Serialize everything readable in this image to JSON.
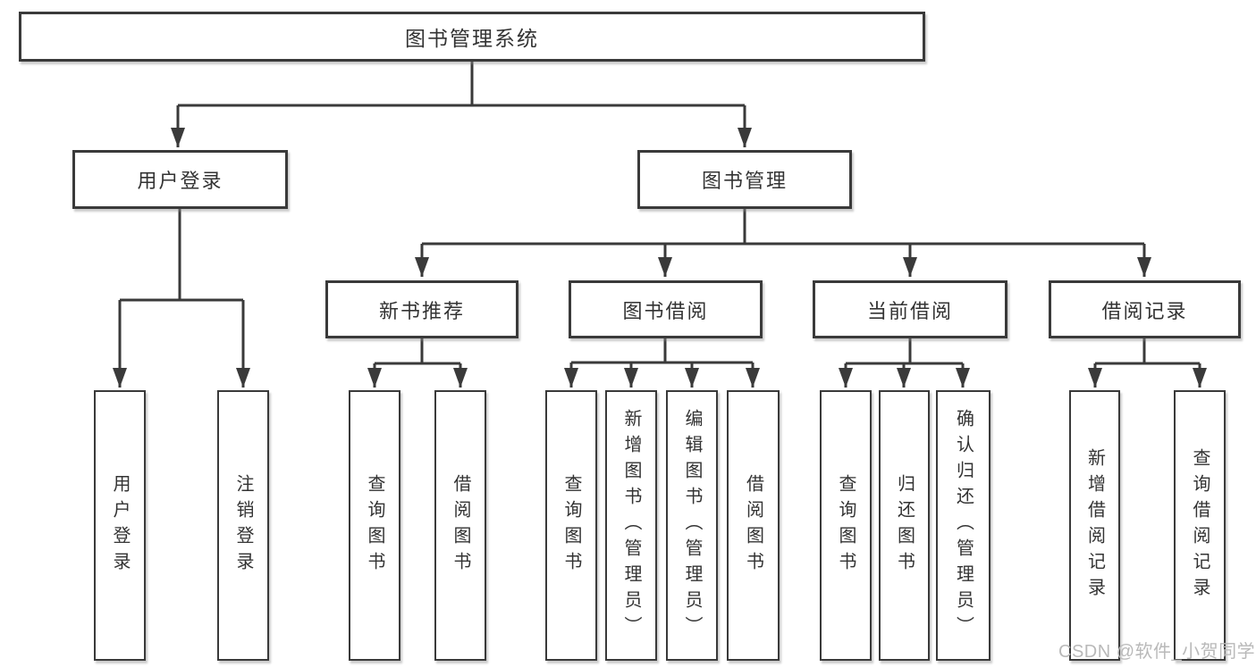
{
  "diagram": {
    "root": {
      "label": "图书管理系统"
    },
    "level2": [
      {
        "label": "用户登录"
      },
      {
        "label": "图书管理"
      }
    ],
    "level3": [
      {
        "label": "新书推荐"
      },
      {
        "label": "图书借阅"
      },
      {
        "label": "当前借阅"
      },
      {
        "label": "借阅记录"
      }
    ],
    "leaves": [
      {
        "label": "用户登录"
      },
      {
        "label": "注销登录"
      },
      {
        "label": "查询图书"
      },
      {
        "label": "借阅图书"
      },
      {
        "label": "查询图书"
      },
      {
        "label": "新增图书（管理员）"
      },
      {
        "label": "编辑图书（管理员）"
      },
      {
        "label": "借阅图书"
      },
      {
        "label": "查询图书"
      },
      {
        "label": "归还图书"
      },
      {
        "label": "确认归还（管理员）"
      },
      {
        "label": "新增借阅记录"
      },
      {
        "label": "查询借阅记录"
      }
    ]
  },
  "watermark": {
    "text": "CSDN @软件_小贺同学"
  },
  "colors": {
    "line": "#3a3a3a",
    "box_border": "#3a3a3a",
    "text": "#333333",
    "watermark": "#b9b9b9",
    "background": "#ffffff"
  }
}
